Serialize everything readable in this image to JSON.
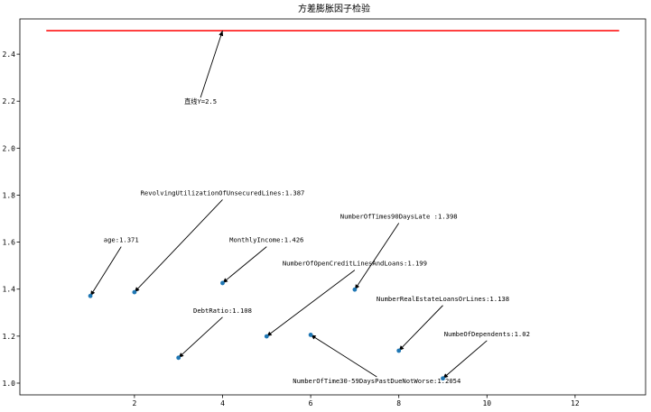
{
  "chart_data": {
    "type": "scatter",
    "title": "方差膨胀因子检验",
    "xlabel": "",
    "ylabel": "",
    "xlim": [
      -0.6,
      13.6
    ],
    "ylim": [
      0.95,
      2.55
    ],
    "xticks": [
      2,
      4,
      6,
      8,
      10,
      12
    ],
    "xtick_labels": [
      "2",
      "4",
      "6",
      "8",
      "10",
      "12"
    ],
    "yticks": [
      1.0,
      1.2,
      1.4,
      1.6,
      1.8,
      2.0,
      2.2,
      2.4
    ],
    "ytick_labels": [
      "1.0",
      "1.2",
      "1.4",
      "1.6",
      "1.8",
      "2.0",
      "2.2",
      "2.4"
    ],
    "grid": false,
    "point_color": "#1f77b4",
    "x": [
      1,
      2,
      3,
      4,
      5,
      6,
      7,
      8,
      9
    ],
    "y": [
      1.371,
      1.387,
      1.108,
      1.426,
      1.199,
      1.2054,
      1.398,
      1.138,
      1.02
    ],
    "reference_line": {
      "y": 2.5,
      "x_range": [
        0,
        13
      ],
      "color": "#ff0000",
      "label": "直线Y=2.5",
      "label_xy": [
        3.5,
        2.2
      ],
      "arrow_to": [
        4,
        2.5
      ]
    },
    "annotations": [
      {
        "text": "age:1.371",
        "xy": [
          1,
          1.371
        ],
        "xytext": [
          1.7,
          1.6
        ]
      },
      {
        "text": "RevolvingUtilizationOfUnsecuredLines:1.387",
        "xy": [
          2,
          1.387
        ],
        "xytext": [
          4,
          1.8
        ]
      },
      {
        "text": "DebtRatio:1.108",
        "xy": [
          3,
          1.108
        ],
        "xytext": [
          4,
          1.3
        ]
      },
      {
        "text": "MonthlyIncome:1.426",
        "xy": [
          4,
          1.426
        ],
        "xytext": [
          5,
          1.6
        ]
      },
      {
        "text": "NumberOfOpenCreditLinesAndLoans:1.199",
        "xy": [
          5,
          1.199
        ],
        "xytext": [
          7,
          1.5
        ]
      },
      {
        "text": "NumberOfTime30-59DaysPastDueNotWorse:1.2054",
        "xy": [
          6,
          1.2054
        ],
        "xytext": [
          7.5,
          1.0
        ]
      },
      {
        "text": "NumberOfTimes90DaysLate :1.398",
        "xy": [
          7,
          1.398
        ],
        "xytext": [
          8,
          1.7
        ]
      },
      {
        "text": "NumberRealEstateLoansOrLines:1.138",
        "xy": [
          8,
          1.138
        ],
        "xytext": [
          9,
          1.35
        ]
      },
      {
        "text": "NumbeOfDependents:1.02",
        "xy": [
          9,
          1.02
        ],
        "xytext": [
          10,
          1.2
        ]
      }
    ]
  }
}
